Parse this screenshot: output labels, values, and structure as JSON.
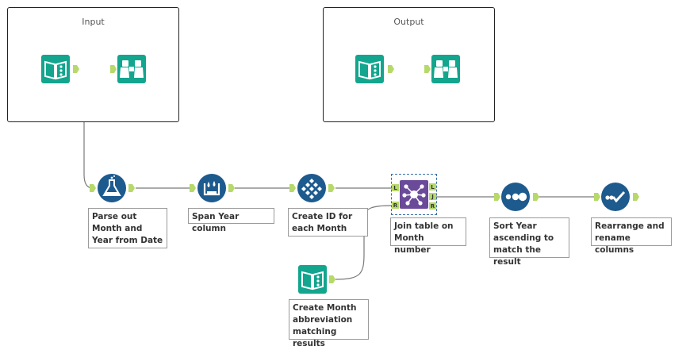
{
  "containers": {
    "input_title": "Input",
    "output_title": "Output"
  },
  "annotations": {
    "parse": "Parse out Month and Year from Date",
    "span": "Span Year column",
    "create_id": "Create ID for each Month",
    "join": "Join table on Month number",
    "sort": "Sort Year ascending to match the result",
    "rearrange": "Rearrange and rename columns",
    "month_abbr": "Create Month abbreviation matching results"
  },
  "join_anchors": {
    "left": "L",
    "right": "R",
    "out_left": "L",
    "out_join": "J",
    "out_right": "R"
  },
  "colors": {
    "input_teal": "#13a58e",
    "dark_blue": "#1d5a8e",
    "join_purple": "#6b4a9a",
    "anchor_green": "#b6d96a",
    "wire": "#7a7a7a"
  },
  "icons": {
    "input_tool": "book-icon",
    "browse_tool": "binoculars-icon",
    "formula_tool": "flask-icon",
    "crosstab_tool": "water-level-icon",
    "record_id_tool": "diamond-grid-icon",
    "join_tool": "join-network-icon",
    "sort_tool": "three-dots-icon",
    "select_tool": "check-circle-icon"
  }
}
